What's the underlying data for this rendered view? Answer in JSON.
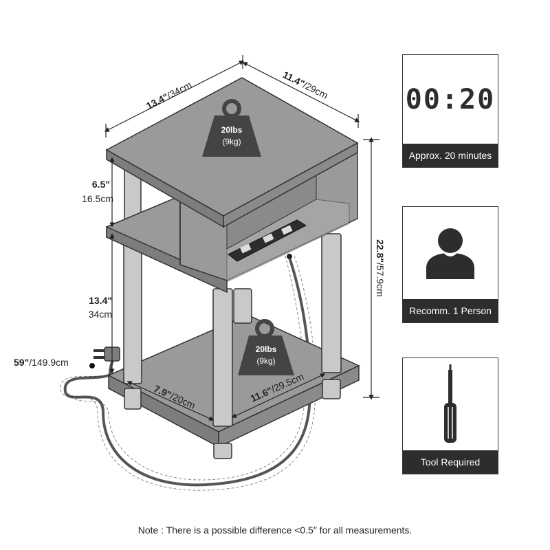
{
  "dimensions": {
    "top_width": {
      "imperial": "13.4\"",
      "metric": "/34cm"
    },
    "top_depth": {
      "imperial": "11.4\"",
      "metric": "/29cm"
    },
    "top_shelf_gap": {
      "imperial": "6.5\"",
      "metric": "16.5cm"
    },
    "lower_gap": {
      "imperial": "13.4\"",
      "metric": "34cm"
    },
    "total_height": {
      "imperial": "22.8\"",
      "metric": "/57.9cm"
    },
    "cord_length": {
      "imperial": "59\"",
      "metric": "/149.9cm"
    },
    "bottom_width": {
      "imperial": "7.9\"",
      "metric": "/20cm"
    },
    "bottom_depth": {
      "imperial": "11.6\"",
      "metric": "/29.5cm"
    }
  },
  "weights": {
    "top": {
      "imperial": "20lbs",
      "metric": "(9kg)"
    },
    "bottom": {
      "imperial": "20lbs",
      "metric": "(9kg)"
    }
  },
  "info_cards": {
    "time": {
      "display": "00:20",
      "label": "Approx. 20 minutes",
      "icon": "digital-clock-icon"
    },
    "person": {
      "label": "Recomm. 1 Person",
      "icon": "person-icon"
    },
    "tool": {
      "label": "Tool Required",
      "icon": "screwdriver-icon"
    }
  },
  "note": "Note : There is a possible difference <0.5″ for all measurements.",
  "colors": {
    "panel": "#9a9a9a",
    "panel_dark": "#7d7d7d",
    "outline": "#333333",
    "leg": "#c9c9c9",
    "cord": "#555555",
    "label_bg": "#2d2d2d"
  }
}
